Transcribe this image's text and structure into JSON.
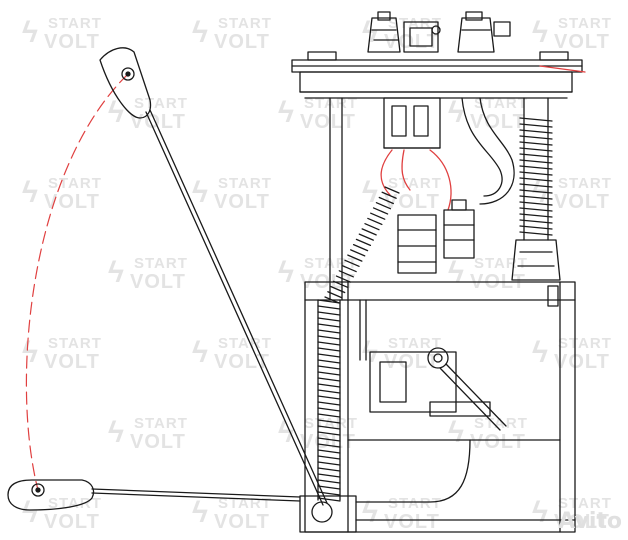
{
  "watermark": {
    "line1": "START",
    "line2": "VOLT",
    "bolt_icon": "lightning-bolt-icon"
  },
  "site_mark": {
    "label": "Avito"
  },
  "drawing": {
    "subject": "fuel-pump-module-line-drawing",
    "colors": {
      "line": "#1a1a1a",
      "accent_red": "#e04040",
      "watermark": "#e3e3e3",
      "background": "#ffffff"
    }
  }
}
